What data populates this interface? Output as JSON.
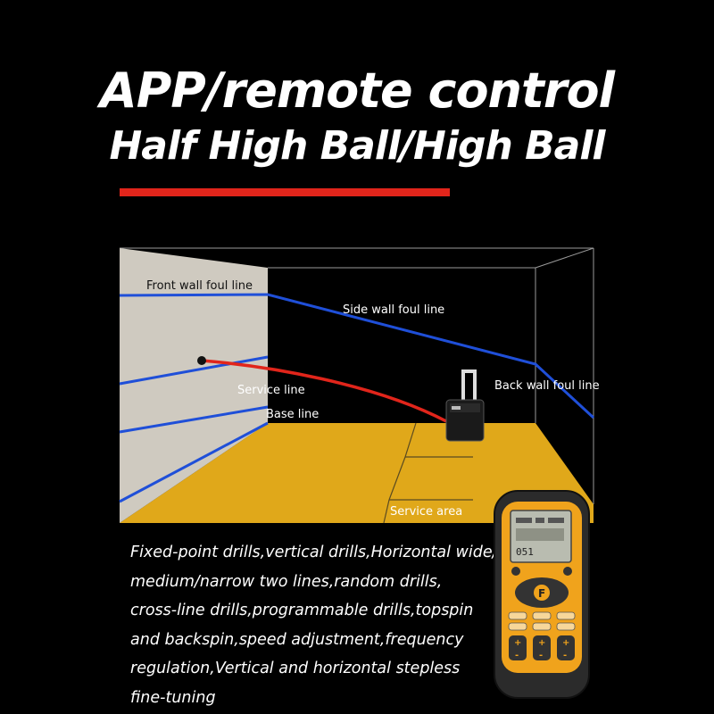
{
  "header": {
    "line1": "APP/remote control",
    "line2": "Half High Ball/High Ball"
  },
  "court": {
    "labels": {
      "front_wall_foul_line": "Front wall foul line",
      "side_wall_foul_line": "Side wall foul line",
      "service_line": "Service line",
      "back_wall_foul_line": "Back wall foul line",
      "base_line": "Base line",
      "service_area": "Service area"
    },
    "colors": {
      "wall": "#cfcac0",
      "floor": "#e0a81a",
      "foul_line": "#1f4fd8",
      "trajectory": "#e1251b",
      "accent_bar": "#e1251b"
    }
  },
  "description": {
    "lines": [
      "Fixed-point drills,vertical drills,Horizontal wide/",
      "medium/narrow two lines,random drills,",
      "cross-line drills,programmable drills,topspin",
      "and backspin,speed adjustment,frequency",
      "regulation,Vertical and horizontal stepless",
      "fine-tuning"
    ]
  },
  "remote": {
    "display_digits": "051",
    "center_key": "F",
    "brand_color": "#f0a31c"
  }
}
